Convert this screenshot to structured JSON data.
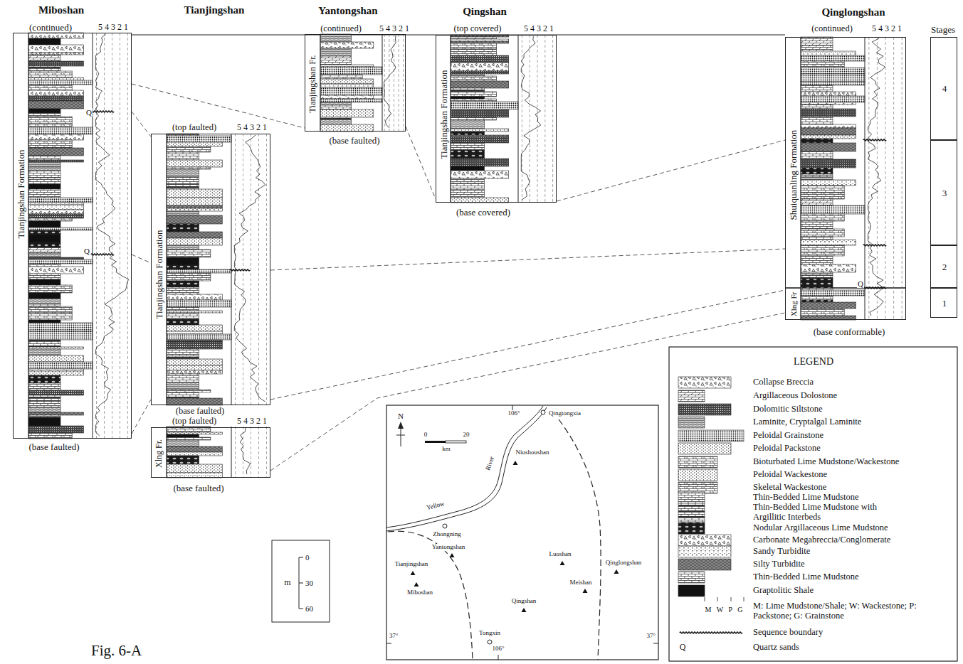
{
  "diagram": {
    "caption": "Fig. 6-A",
    "nodes": [
      {
        "text": [
          "Miboshan",
          "(continued)",
          "5 4 3 2 1",
          "Tianjingshan Formation",
          "Q",
          "Q",
          "(base faulted)"
        ]
      },
      {
        "text": [
          "Tianjingshan",
          "(top faulted)",
          "5 4 3 2 1",
          "Tianjingshan Formation",
          "(base faulted)"
        ]
      },
      {
        "text": [
          "(top faulted)",
          "5 4 3 2 1",
          "Xlng Fr.",
          "(base faulted)"
        ]
      },
      {
        "text": [
          "Yantongshan",
          "(continued)",
          "5 4 3 2 1",
          "Tianjingshan Fr.",
          "(base faulted)"
        ]
      },
      {
        "text": [
          "Qingshan",
          "(top covered)",
          "5 4 3 2 1",
          "Tianjingshan Formation",
          "(base covered)"
        ]
      },
      {
        "text": [
          "Qinglongshan",
          "(continued)",
          "5 4 3 2 1",
          "Shuiquanling Formation",
          "Q",
          "Xlng Fr",
          "(base conformable)"
        ]
      },
      {
        "text": [
          "4"
        ]
      },
      {
        "text": [
          "3"
        ]
      },
      {
        "text": [
          "2"
        ]
      },
      {
        "text": [
          "1"
        ]
      }
    ],
    "edges": [
      {
        "from": 0,
        "to": 3,
        "arrow": "none"
      },
      {
        "from": 0,
        "to": 1,
        "arrow": "none"
      },
      {
        "from": 0,
        "to": 1,
        "arrow": "none"
      },
      {
        "from": 1,
        "to": 5,
        "arrow": "none"
      },
      {
        "from": 3,
        "to": 4,
        "arrow": "none"
      },
      {
        "from": 4,
        "to": 5,
        "arrow": "none"
      },
      {
        "from": 0,
        "to": 1,
        "arrow": "none"
      },
      {
        "from": 1,
        "to": 5,
        "arrow": "none"
      },
      {
        "from": 2,
        "to": 5,
        "arrow": "none"
      }
    ],
    "labels": [
      "Stages",
      "LEGEND",
      "M W P G",
      "Q",
      "N",
      "0",
      "20",
      "km",
      "106°",
      "Qingtongxia",
      "Niushoushan",
      "River",
      "Yellow",
      "Zhongning",
      "Yantongshan",
      "Tianjingshan",
      "Miboshan",
      "Luoshan",
      "Qinglongshan",
      "Meishan",
      "Qingshan",
      "Tongxin",
      "37°",
      "37°",
      "106°",
      "0",
      "m",
      "30",
      "60"
    ],
    "legend": [
      {
        "text": "Collapse Breccia"
      },
      {
        "text": "Argillaceous Dolostone"
      },
      {
        "text": "Dolomitic Siltstone"
      },
      {
        "text": "Laminite, Cryptalgal Laminite"
      },
      {
        "text": "Peloidal Grainstone"
      },
      {
        "text": "Peloidal Packstone"
      },
      {
        "text": "Bioturbated Lime Mudstone/Wackestone"
      },
      {
        "text": "Peloidal Wackestone"
      },
      {
        "text": "Skeletal Wackestone"
      },
      {
        "text": "Thin-Bedded Lime Mudstone"
      },
      {
        "text": "Thin-Bedded Lime Mudstone with Argillitic Interbeds"
      },
      {
        "text": "Nodular Argillaceous Lime Mudstone"
      },
      {
        "text": "Carbonate Megabreccia/Conglomerate"
      },
      {
        "text": "Sandy Turbidite"
      },
      {
        "text": "Silty Turbidite"
      },
      {
        "text": "Thin-Bedded Lime Mudstone"
      },
      {
        "text": "Graptolitic Shale"
      },
      {
        "text": "M: Lime Mudstone/Shale; W: Wackestone; P: Packstone; G: Grainstone"
      },
      {
        "text": "Sequence boundary"
      },
      {
        "text": "Quartz sands"
      }
    ]
  }
}
